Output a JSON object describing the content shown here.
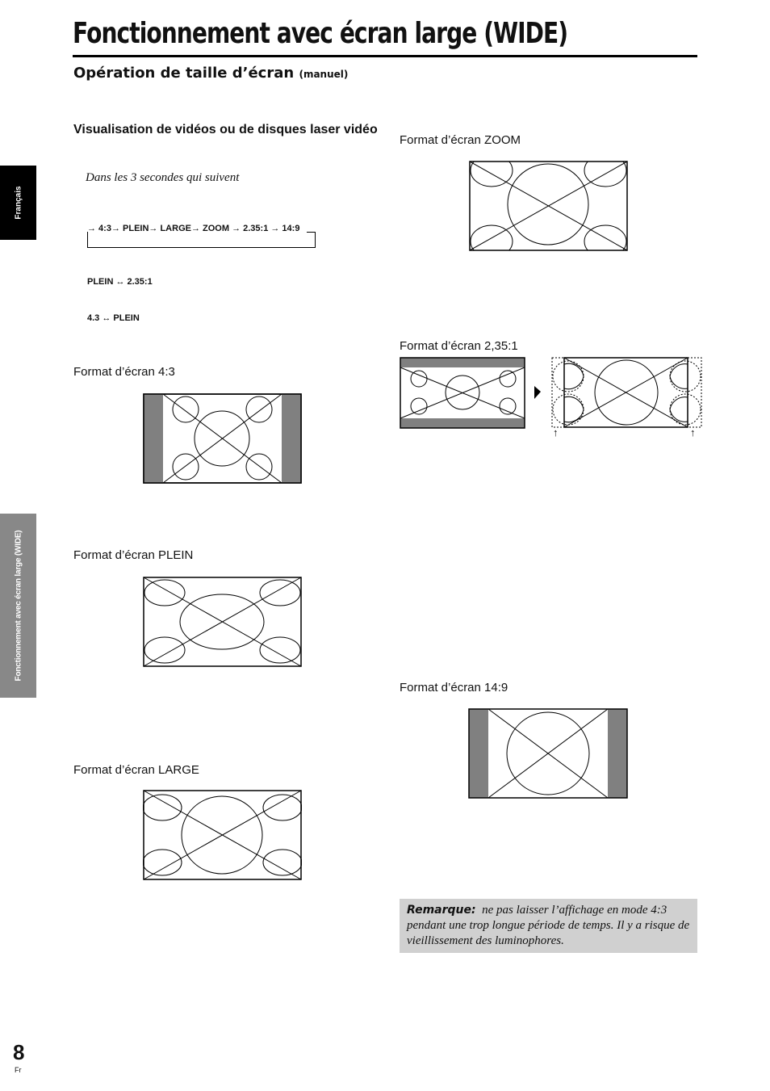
{
  "header": {
    "title": "Fonctionnement avec écran large (WIDE)",
    "subtitle": "Opération de taille d’écran",
    "subtitle_small": "(manuel)"
  },
  "side_tabs": {
    "language": "Français",
    "section": "Fonctionnement avec écran large (WIDE)"
  },
  "section": {
    "heading": "Visualisation de vidéos ou de disques laser vidéo",
    "instruction": "Dans les 3 secondes qui suivent",
    "sequence": "→ 4:3→ PLEIN→ LARGE→ ZOOM → 2.35:1 → 14:9",
    "toggle_1": "PLEIN ↔ 2.35:1",
    "toggle_2": "4.3 ↔ PLEIN"
  },
  "formats": {
    "f43": "Format d’écran 4:3",
    "plein": "Format d’écran PLEIN",
    "large": "Format d’écran LARGE",
    "zoom": "Format d’écran ZOOM",
    "f235": "Format d’écran 2,35:1",
    "f149": "Format d’écran 14:9"
  },
  "arrows": {
    "up": "↑"
  },
  "note": {
    "label": "Remarque:",
    "text": "ne pas laisser l’affichage en mode 4:3 pendant une trop longue période de temps. Il y a risque de vieillissement des luminophores."
  },
  "footer": {
    "page": "8",
    "lang": "Fr"
  },
  "colors": {
    "bar": "#808080",
    "tab_black": "#000000",
    "tab_grey": "#888888",
    "note_bg": "#d0d0d0"
  }
}
